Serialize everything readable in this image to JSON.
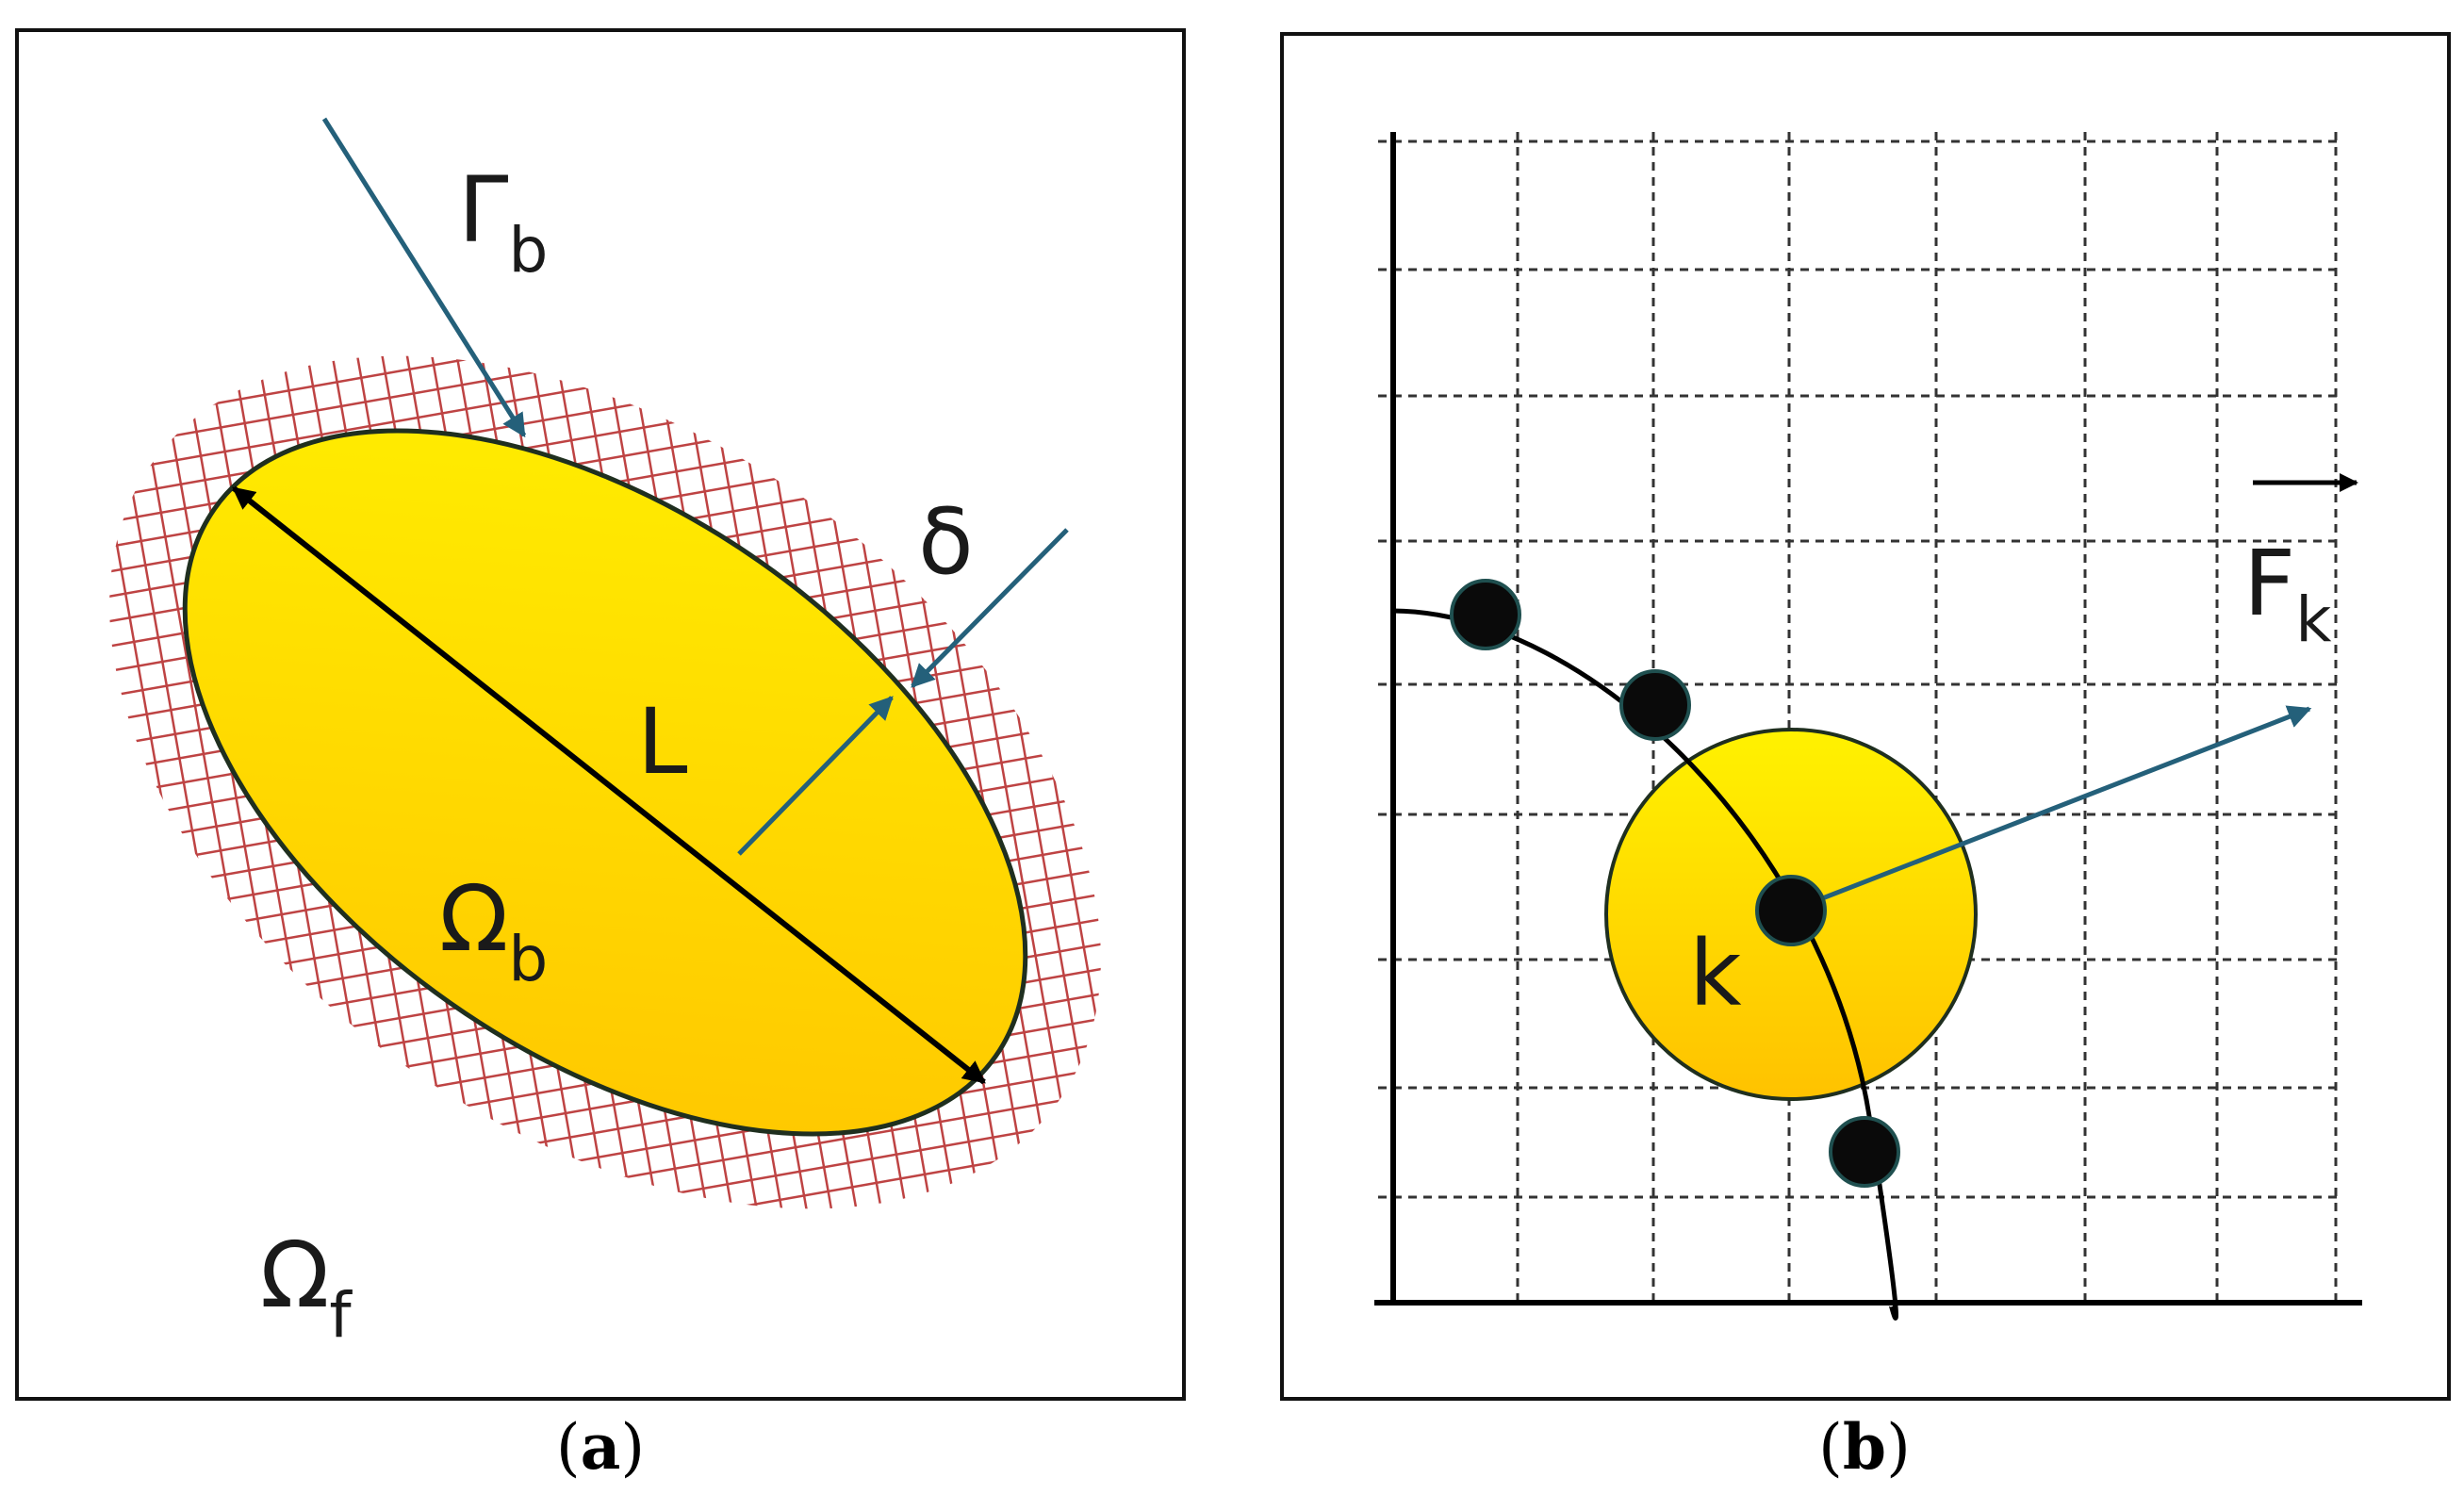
{
  "panel_a": {
    "caption_letter": "a",
    "labels": {
      "gamma": "Γ",
      "gamma_sub": "b",
      "delta": "δ",
      "length": "L",
      "omega_b": "Ω",
      "omega_b_sub": "b",
      "omega_f": "Ω",
      "omega_f_sub": "f"
    },
    "colors": {
      "body_fill_top": "#fff200",
      "body_fill_bottom": "#ffc200",
      "mesh": "#b22222",
      "arrow": "#24607a",
      "outline": "#1f2f1f"
    }
  },
  "panel_b": {
    "caption_letter": "b",
    "labels": {
      "node": "k",
      "force": "F",
      "force_sub": "k"
    },
    "colors": {
      "circle_fill_top": "#fff200",
      "circle_fill_bottom": "#ffc200",
      "grid": "#333333",
      "point": "#0a0a0a",
      "arrow": "#24607a"
    }
  }
}
